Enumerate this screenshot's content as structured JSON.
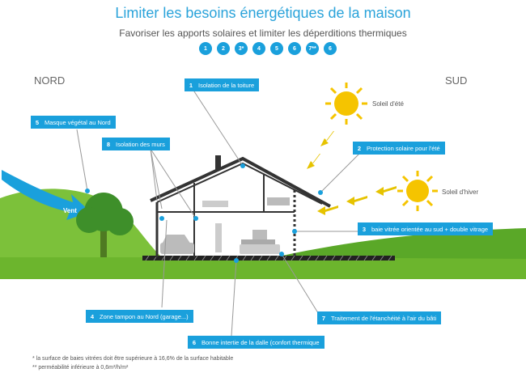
{
  "title": "Limiter les besoins énergétiques de la maison",
  "subtitle": "Favoriser les apports solaires et limiter les déperditions thermiques",
  "steps": [
    "1",
    "2",
    "3*",
    "4",
    "5",
    "6",
    "7**",
    "6"
  ],
  "directions": {
    "north": "NORD",
    "south": "SUD"
  },
  "suns": {
    "summer": "Soleil d'été",
    "winter": "Soleil d'hiver"
  },
  "wind": "Vent",
  "labels": [
    {
      "num": "1",
      "text": "Isolation de la toiture"
    },
    {
      "num": "5",
      "text": "Masque végétal au Nord"
    },
    {
      "num": "8",
      "text": "Isolation des murs"
    },
    {
      "num": "2",
      "text": "Protection solaire pour l'été"
    },
    {
      "num": "3",
      "text": "baie vitrée orientée au sud + double vitrage"
    },
    {
      "num": "4",
      "text": "Zone tampon au Nord (garage...)"
    },
    {
      "num": "7",
      "text": "Traitement de l'étanchéité à l'air du bâti"
    },
    {
      "num": "6",
      "text": "Bonne intertie de la dalle (confort thermique"
    }
  ],
  "footnotes": [
    "* la surface de baies vitrées doit être supérieure à 16,6% de la surface habitable",
    "** perméabilité inférieure à 0,6m³/h/m²"
  ],
  "colors": {
    "accent": "#1aa0dc",
    "grass": "#6cb52d",
    "sun": "#f5c400",
    "house": "#333333"
  }
}
